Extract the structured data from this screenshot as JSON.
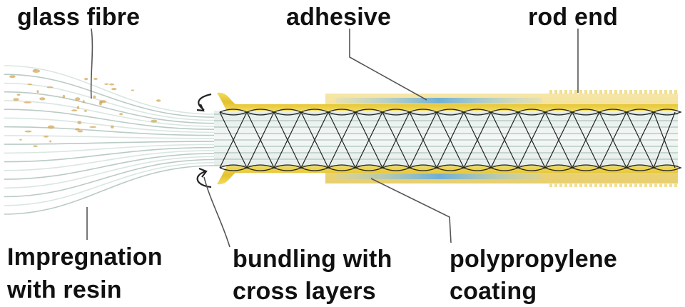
{
  "labels": {
    "glass_fibre": "glass fibre",
    "adhesive": "adhesive",
    "rod_end": "rod end",
    "impregnation_line1": "Impregnation",
    "impregnation_line2": "with resin",
    "bundling_line1": "bundling with",
    "bundling_line2": "cross layers",
    "polypropylene_line1": "polypropylene",
    "polypropylene_line2": "coating"
  },
  "colors": {
    "fibre": "#b9cbc4",
    "fibre_light": "#d9e6e1",
    "resin_dot": "#d4a85a",
    "coating": "#e9cd3c",
    "coating_dark": "#c9a822",
    "rod_end": "#f1df96",
    "adhesive": "#7fb8d8",
    "leader": "#333333",
    "text": "#111111"
  },
  "icons": {
    "rotation_arrow_top": "curved-arrow-icon",
    "rotation_arrow_bottom": "curved-arrow-icon"
  }
}
